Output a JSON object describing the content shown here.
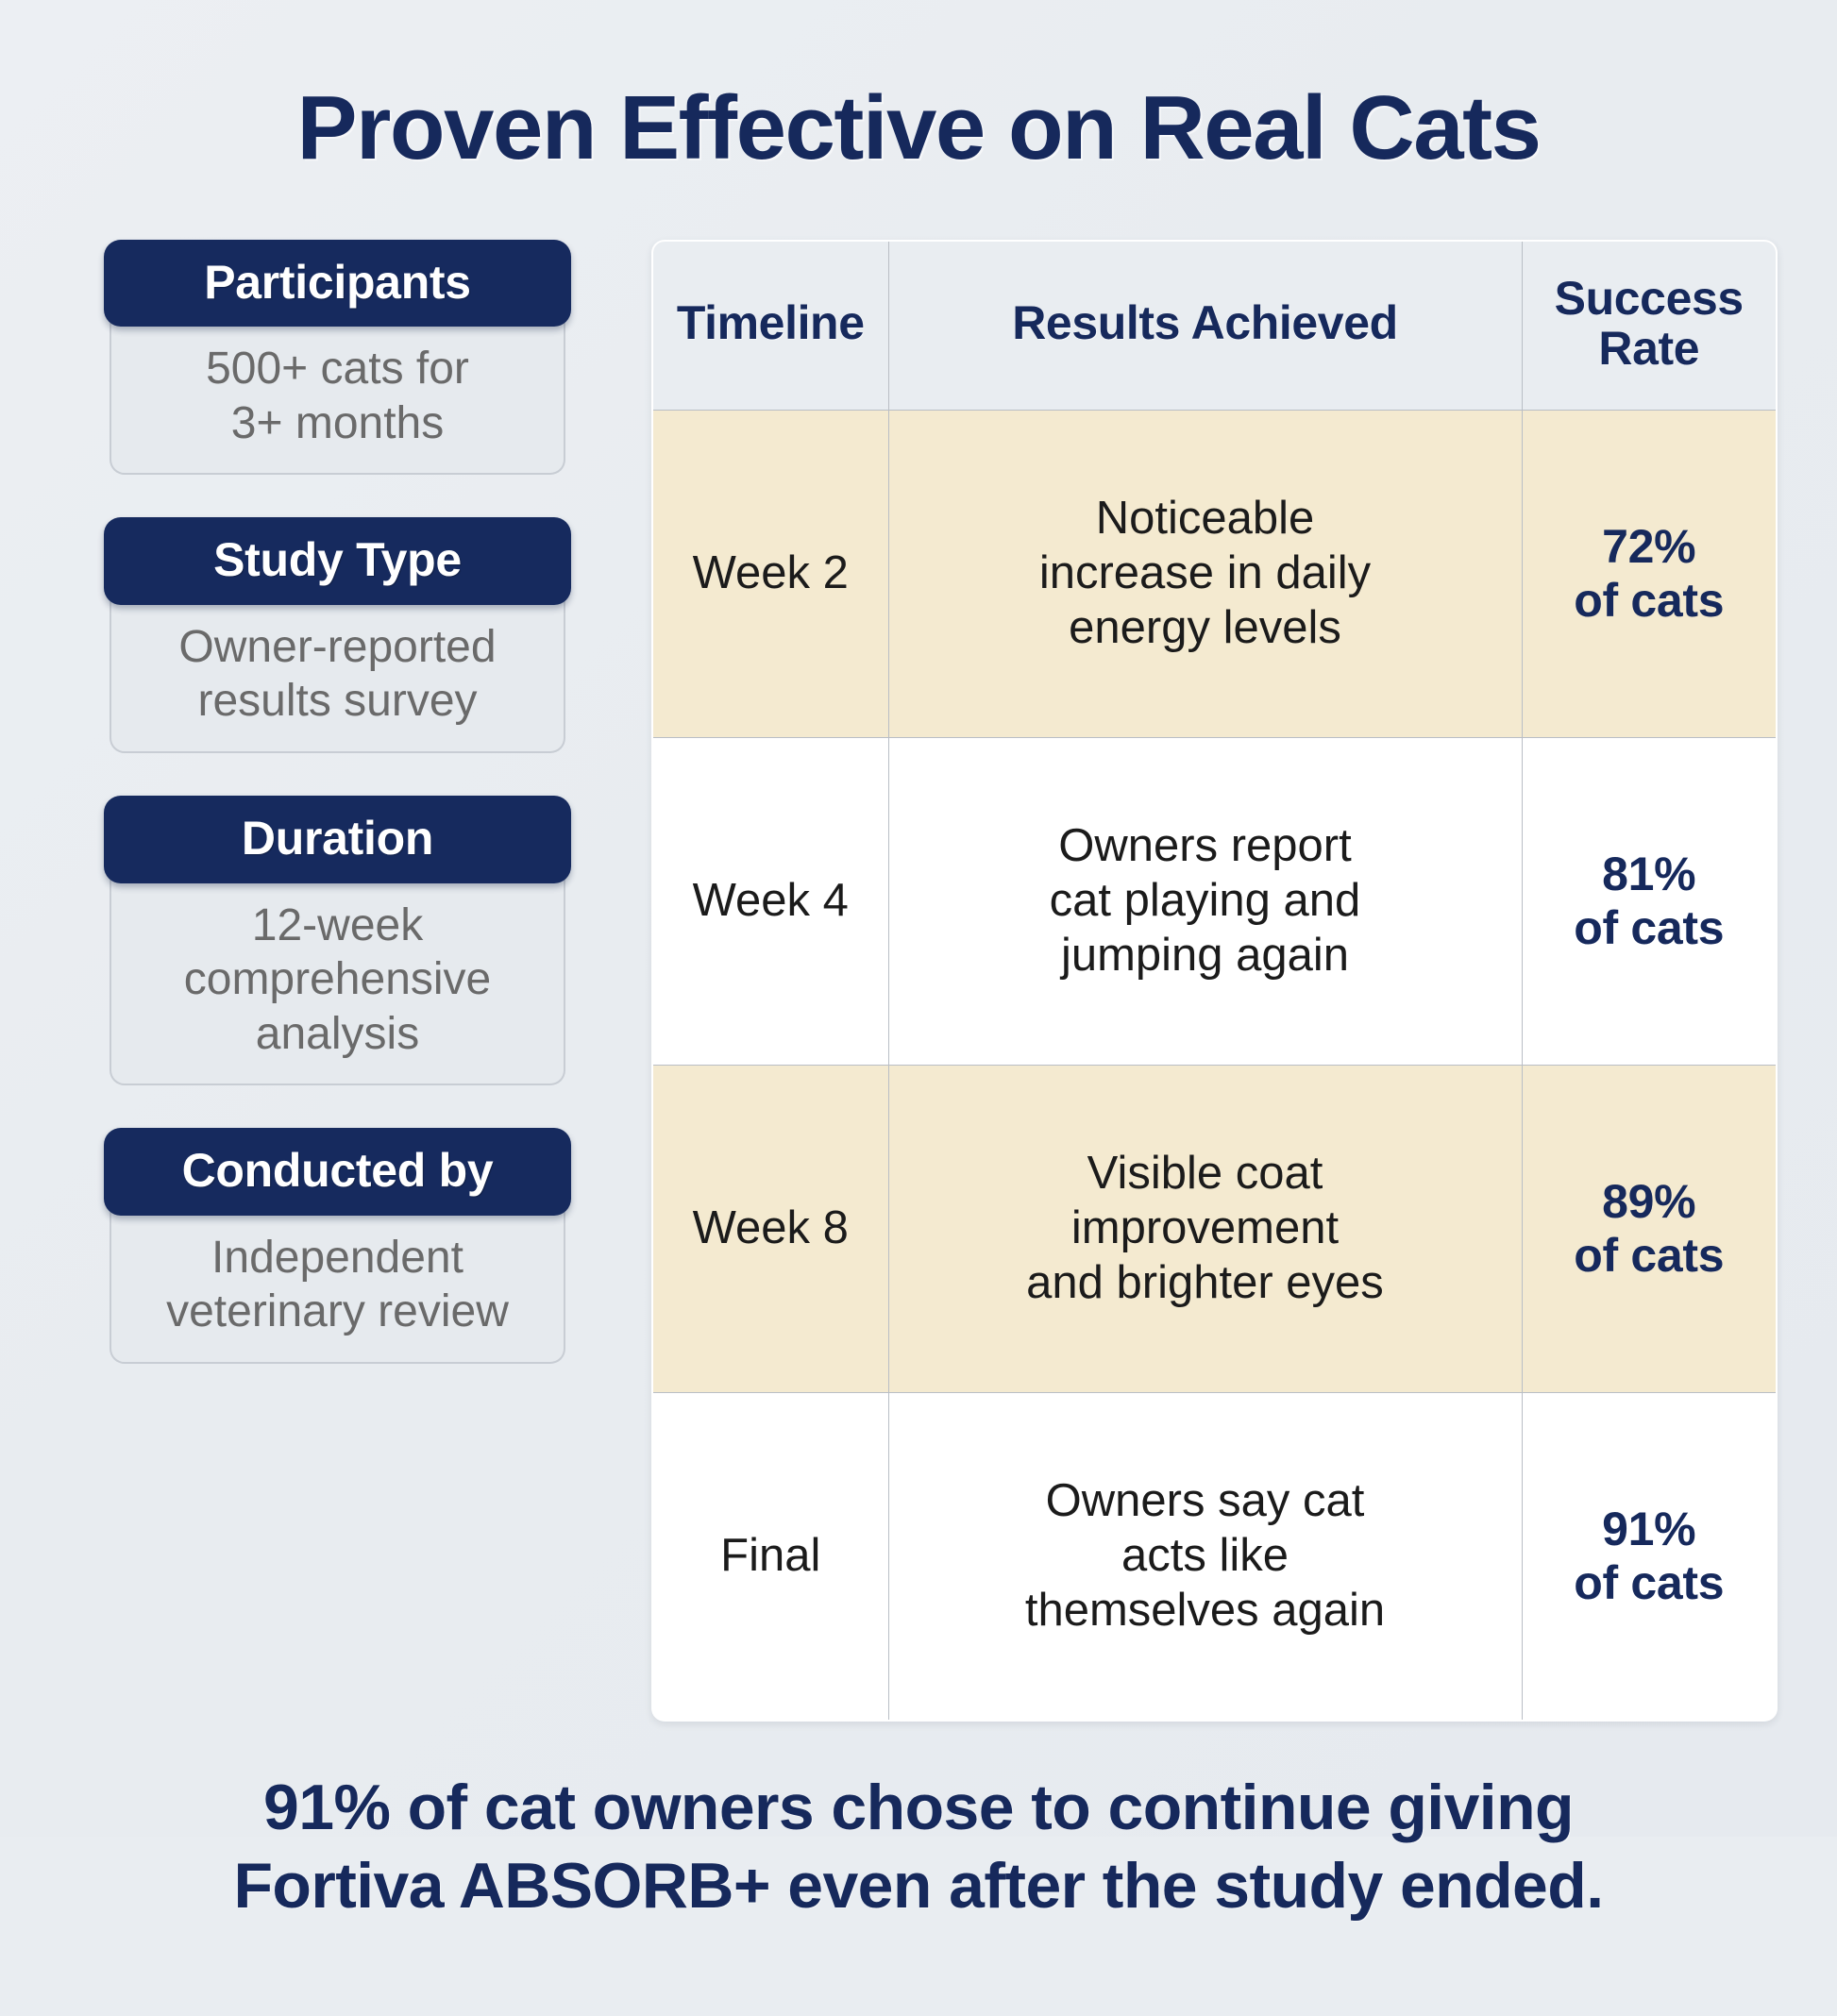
{
  "title": "Proven Effective on Real Cats",
  "colors": {
    "page_background": "#e9edf1",
    "navy": "#16295c",
    "cream_row": "#f4ead0",
    "card_body": "#e6eaee",
    "body_text": "#6a6a6a"
  },
  "sidebar": {
    "cards": [
      {
        "heading": "Participants",
        "body": "500+ cats for\n3+ months"
      },
      {
        "heading": "Study Type",
        "body": "Owner-reported\nresults survey"
      },
      {
        "heading": "Duration",
        "body": "12-week\ncomprehensive\nanalysis"
      },
      {
        "heading": "Conducted by",
        "body": "Independent\nveterinary review"
      }
    ]
  },
  "table": {
    "columns": [
      "Timeline",
      "Results Achieved",
      "Success\nRate"
    ],
    "rows": [
      {
        "timeline": "Week 2",
        "result": "Noticeable\nincrease in daily\nenergy levels",
        "rate": "72%\nof cats",
        "highlight": true
      },
      {
        "timeline": "Week 4",
        "result": "Owners report\ncat playing and\njumping again",
        "rate": "81%\nof cats",
        "highlight": false
      },
      {
        "timeline": "Week 8",
        "result": "Visible coat\nimprovement\nand brighter eyes",
        "rate": "89%\nof cats",
        "highlight": true
      },
      {
        "timeline": "Final",
        "result": "Owners say cat\nacts like\nthemselves again",
        "rate": "91%\nof cats",
        "highlight": false
      }
    ]
  },
  "footer": {
    "line1": "91% of cat owners chose to continue giving",
    "line2": "Fortiva ABSORB+ even after the study ended."
  },
  "chart_data": {
    "type": "table",
    "title": "Proven Effective on Real Cats",
    "categories": [
      "Week 2",
      "Week 4",
      "Week 8",
      "Final"
    ],
    "values": [
      72,
      81,
      89,
      91
    ],
    "ylabel": "Success Rate (% of cats)",
    "ylim": [
      0,
      100
    ],
    "annotations": [
      "Week 2 - Noticeable increase in daily energy levels - 72% of cats",
      "Week 4 - Owners report cat playing and jumping again - 81% of cats",
      "Week 8 - Visible coat improvement and brighter eyes - 89% of cats",
      "Final - Owners say cat acts like themselves again - 91% of cats"
    ]
  }
}
